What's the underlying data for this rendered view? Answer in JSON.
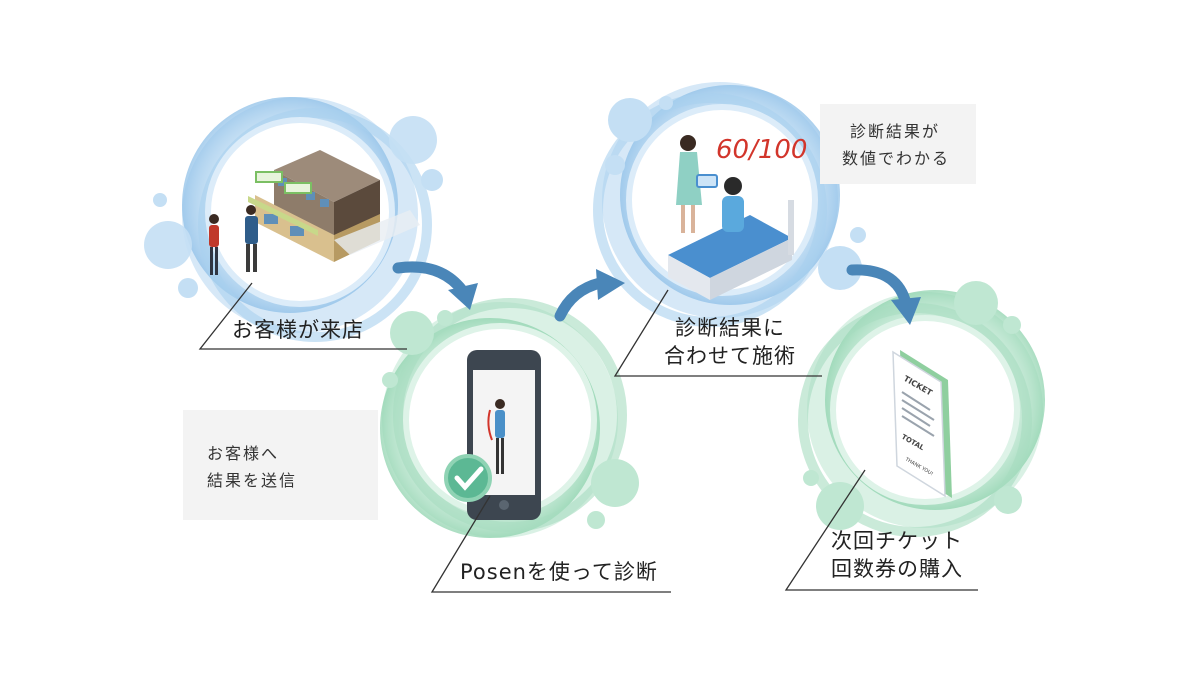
{
  "steps": {
    "visit": {
      "label": "お客様が来店"
    },
    "diagnose": {
      "label": "Posenを使って診断"
    },
    "treat": {
      "label_line1": "診断結果に",
      "label_line2": "合わせて施術"
    },
    "purchase": {
      "label_line1": "次回チケット",
      "label_line2": "回数券の購入"
    }
  },
  "notes": {
    "send_result": {
      "line1": "お客様へ",
      "line2": "結果を送信"
    },
    "numeric_result": {
      "line1": "診断結果が",
      "line2": "数値でわかる"
    }
  },
  "illustrations": {
    "score_text": "60/100",
    "ticket_title": "TICKET",
    "ticket_total": "TOTAL",
    "ticket_thanks": "THANK YOU!"
  },
  "colors": {
    "blue_bubble": "#a9d0ee",
    "green_bubble": "#a6dcc0",
    "arrow": "#4a86b8",
    "leader_line": "#333333",
    "note_bg": "#f3f3f3",
    "score_red": "#d2352b"
  }
}
